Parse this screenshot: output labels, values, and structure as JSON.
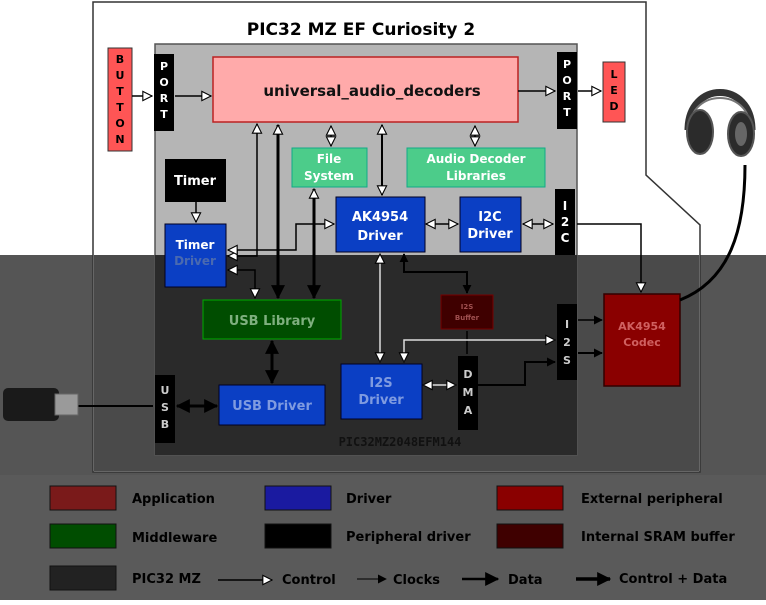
{
  "board": {
    "title": "PIC32 MZ EF Curiosity 2"
  },
  "chip": {
    "label": "PIC32MZ2048EFM144"
  },
  "blocks": {
    "button": {
      "letters": [
        "B",
        "U",
        "T",
        "T",
        "O",
        "N"
      ]
    },
    "port_left": {
      "letters": [
        "P",
        "O",
        "R",
        "T"
      ]
    },
    "port_right": {
      "letters": [
        "P",
        "O",
        "R",
        "T"
      ]
    },
    "led": {
      "letters": [
        "L",
        "E",
        "D"
      ]
    },
    "decoders": {
      "label": "universal_audio_decoders"
    },
    "file_system": {
      "line1": "File",
      "line2": "System"
    },
    "audio_libs": {
      "line1": "Audio Decoder",
      "line2": "Libraries"
    },
    "timer_peripheral": {
      "label": "Timer"
    },
    "timer_driver": {
      "line1": "Timer",
      "line2": "Driver"
    },
    "ak4954_driver": {
      "line1": "AK4954",
      "line2": "Driver"
    },
    "i2c_driver": {
      "line1": "I2C",
      "line2": "Driver"
    },
    "i2c_port": {
      "letters": [
        "I",
        "2",
        "C"
      ]
    },
    "usb_library": {
      "label": "USB Library"
    },
    "i2s_buffer": {
      "line1": "I2S",
      "line2": "Buffer"
    },
    "i2s_port": {
      "letters": [
        "I",
        "2",
        "S"
      ]
    },
    "ak4954_codec": {
      "line1": "AK4954",
      "line2": "Codec"
    },
    "i2s_driver": {
      "line1": "I2S",
      "line2": "Driver"
    },
    "dma": {
      "letters": [
        "D",
        "M",
        "A"
      ]
    },
    "usb_port": {
      "letters": [
        "U",
        "S",
        "B"
      ]
    },
    "usb_driver": {
      "label": "USB Driver"
    }
  },
  "legend": {
    "application": "Application",
    "driver": "Driver",
    "external_peripheral": "External peripheral",
    "middleware": "Middleware",
    "peripheral_driver": "Peripheral driver",
    "internal_sram": "Internal SRAM buffer",
    "pic32mz": "PIC32 MZ",
    "control": "Control",
    "clocks": "Clocks",
    "data": "Data",
    "control_data": "Control + Data"
  },
  "colors": {
    "application": "#7a1a1a",
    "driver": "#1a1aa0",
    "external_peripheral": "#8a0000",
    "middleware": "#004d00",
    "peripheral_driver": "#000000",
    "internal_sram": "#3f0000",
    "pic32mz": "#222222",
    "application_light": "#ffaaaa",
    "driver_light": "#0b3fc4",
    "middleware_light": "#4ccc8a",
    "button_led": "#ff5555"
  },
  "icons": {
    "headphones": "headphones-icon",
    "usb_stick": "usb-stick-icon"
  }
}
